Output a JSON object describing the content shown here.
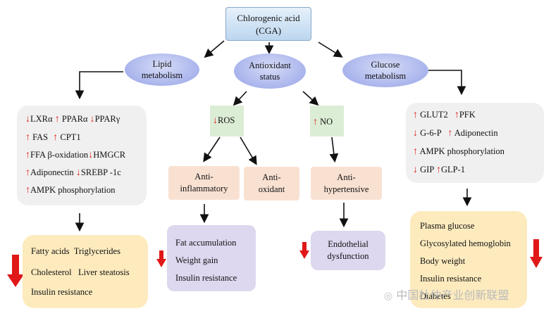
{
  "top": {
    "line1": "Chlorogenic acid",
    "line2": "(CGA)"
  },
  "lipid": {
    "line1": "Lipid",
    "line2": "metabolism"
  },
  "antiox": {
    "line1": "Antioxidant",
    "line2": "status"
  },
  "glucose": {
    "line1": "Glucose",
    "line2": "metabolism"
  },
  "lipid_markers": [
    "LXRα",
    "PPARα",
    "PPARγ",
    "FAS",
    "CPT1",
    "FFA β-oxidation",
    "HMGCR",
    "Adiponectin",
    "SREBP -1c",
    "AMPK phosphorylation"
  ],
  "ros": "ROS",
  "no": "NO",
  "anti_inflammatory": {
    "line1": "Anti-",
    "line2": "inflammatory"
  },
  "anti_oxidant": {
    "line1": "Anti-",
    "line2": "oxidant"
  },
  "anti_hypertensive": {
    "line1": "Anti-",
    "line2": "hypertensive"
  },
  "glucose_markers": [
    "GLUT2",
    "PFK",
    "G-6-P",
    "Adiponectin",
    "AMPK phosphorylation",
    "GIP",
    "GLP-1"
  ],
  "lipid_outcomes": [
    "Fatty acids",
    "Triglycerides",
    "Cholesterol",
    "Liver steatosis",
    "Insulin resistance"
  ],
  "middle_outcomes": [
    "Fat accumulation",
    "Weight gain",
    "Insulin resistance"
  ],
  "endothelial": {
    "line1": "Endothelial",
    "line2": "dysfunction"
  },
  "glucose_outcomes": [
    "Plasma glucose",
    "Glycosylated hemoglobin",
    "Body weight",
    "Insulin resistance",
    "Diabetes"
  ],
  "watermark": "中国杜仲产业创新联盟",
  "arrow_color": "#e02020"
}
